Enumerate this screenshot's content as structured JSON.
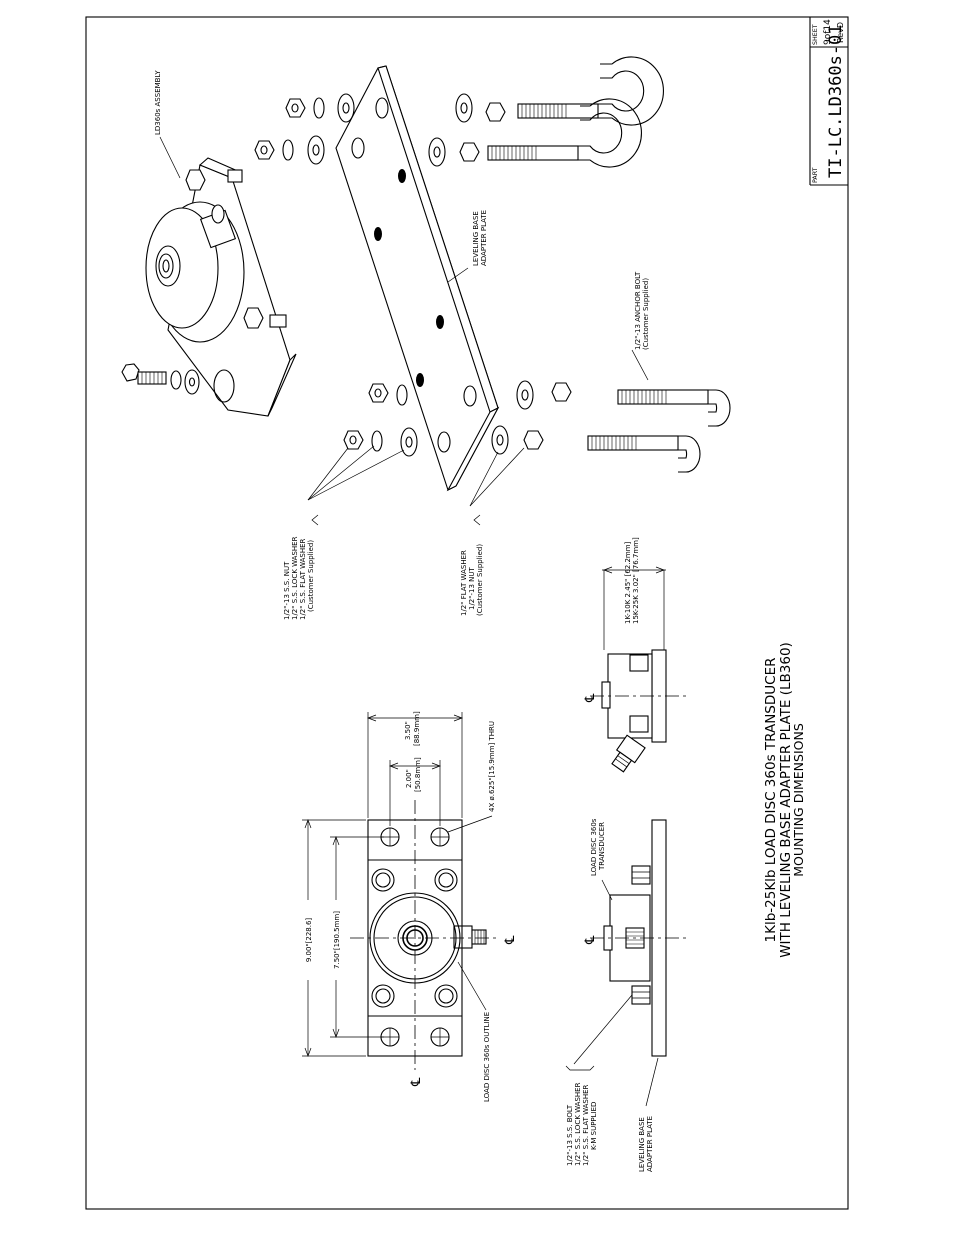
{
  "title_block": {
    "part_label": "PART",
    "part_number": "TI-LC.LD360s-01",
    "sheet_label": "SHEET",
    "sheet_value": "9of14",
    "rev": "RevD"
  },
  "title": {
    "line1": "1Klb-25Klb LOAD DISC 360s TRANSDUCER",
    "line2": "WITH LEVELING BASE ADAPTER PLATE (LB360)",
    "line3": "MOUNTING DIMENSIONS"
  },
  "exploded_view": {
    "assembly_label": "LD360s ASSEMBLY",
    "plate_label": [
      "LEVELING BASE",
      "ADAPTER PLATE"
    ],
    "anchor_bolt_label": [
      "1/2\"-13 ANCHOR BOLT",
      "(Customer Supplied)"
    ],
    "upper_hardware_label": [
      "1/2\"-13 S.S. NUT",
      "1/2\" S.S. LOCK WASHER",
      "1/2\" S.S. FLAT WASHER",
      "(Customer Supplied)"
    ],
    "lower_hardware_label": [
      "1/2\" FLAT WASHER",
      "1/2\"-13 NUT",
      "(Customer Supplied)"
    ]
  },
  "top_view": {
    "length_overall": "9.00\"[228.6]",
    "length_holes": "7.50\"[190.5mm]",
    "width_small": [
      "2.00\"",
      "[50.8mm]"
    ],
    "width_large": [
      "3.50\"",
      "[88.9mm]"
    ],
    "hole_callout": "4X ø.625\"[15.9mm] THRU",
    "outline_label": "LOAD DISC 360s OUTLINE"
  },
  "side_view": {
    "transducer_label": [
      "LOAD DISC 360s",
      "TRANSDUCER"
    ],
    "bolt_label": [
      "1/2\"-13 S.S. BOLT",
      "1/2\" S.S. LOCK WASHER",
      "1/2\" S.S. FLAT WASHER",
      "K-M SUPPLIED"
    ],
    "plate_label": [
      "LEVELING BASE",
      "ADAPTER PLATE"
    ]
  },
  "end_view": {
    "height_dims": [
      "1K-10K  2.45\" [62.2mm]",
      "15K-25K  3.02\" [76.7mm]"
    ]
  },
  "centerline_symbol": "℄"
}
